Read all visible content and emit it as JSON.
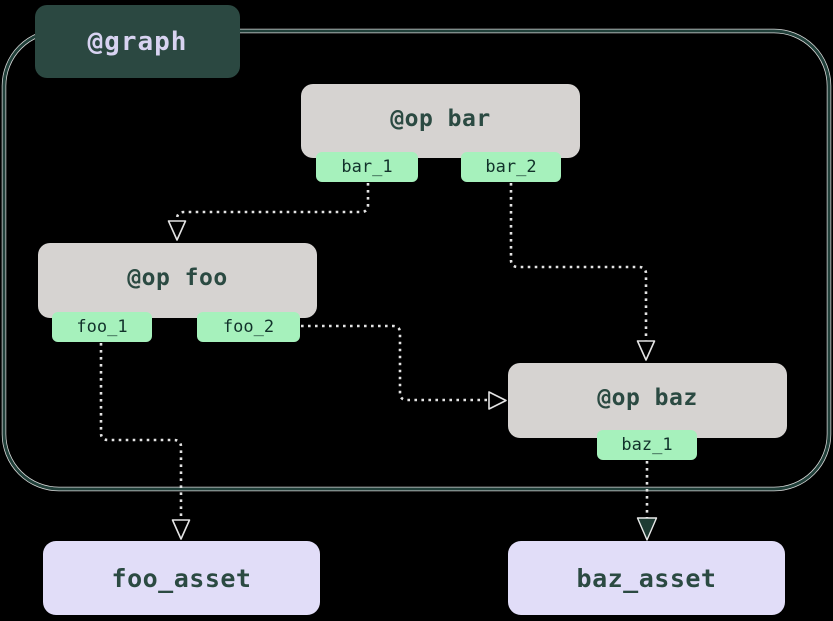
{
  "graph": {
    "label": "@graph"
  },
  "ops": [
    {
      "id": "bar",
      "label": "@op bar",
      "outputs": [
        "bar_1",
        "bar_2"
      ]
    },
    {
      "id": "foo",
      "label": "@op foo",
      "outputs": [
        "foo_1",
        "foo_2"
      ]
    },
    {
      "id": "baz",
      "label": "@op baz",
      "outputs": [
        "baz_1"
      ]
    }
  ],
  "assets": [
    {
      "label": "foo_asset"
    },
    {
      "label": "baz_asset"
    }
  ],
  "edges": [
    {
      "from": "bar_1",
      "to": "@op foo",
      "arrow": "open"
    },
    {
      "from": "bar_2",
      "to": "@op baz",
      "arrow": "open"
    },
    {
      "from": "foo_2",
      "to": "@op baz",
      "arrow": "open"
    },
    {
      "from": "foo_1",
      "to": "foo_asset",
      "arrow": "open"
    },
    {
      "from": "baz_1",
      "to": "baz_asset",
      "arrow": "filled"
    }
  ],
  "colors": {
    "background": "#000000",
    "graph_boundary": "#21403A",
    "graph_label_fill": "#2B4841",
    "graph_label_text": "#D8D3F1",
    "op_fill": "#D6D3D1",
    "op_text": "#2B4A42",
    "output_tag_fill": "#A6F1BC",
    "output_tag_text": "#12322B",
    "asset_fill": "#E1DDF8",
    "asset_text": "#2B4A42",
    "edge_line": "#E3E3E3",
    "filled_arrow": "#1E3B33"
  }
}
